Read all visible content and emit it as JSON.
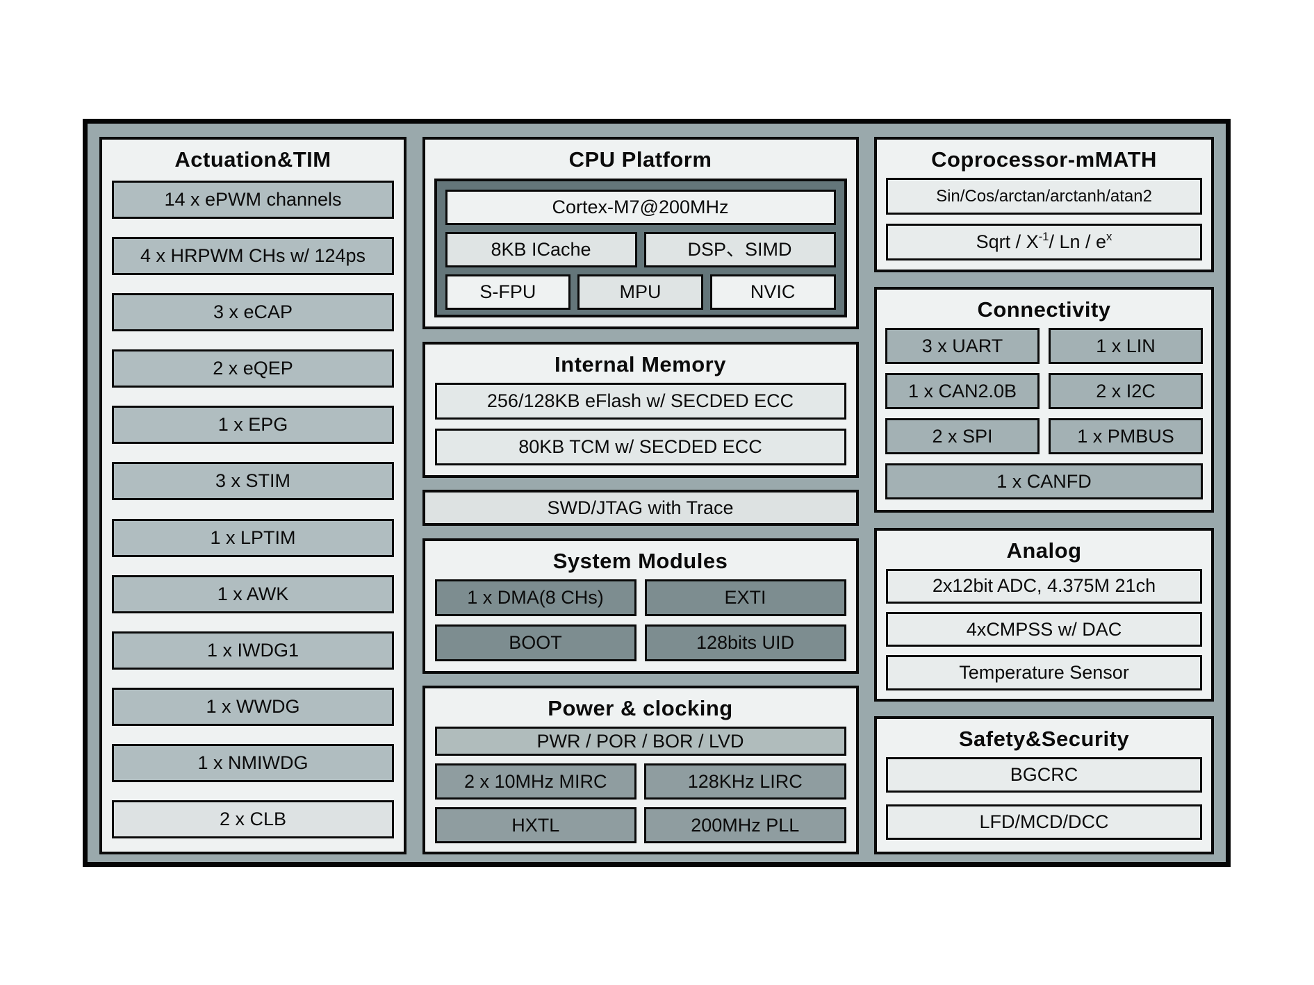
{
  "palette": {
    "page_bg": "#ffffff",
    "frame_fill": "#9aa9ac",
    "frame_border": "#050505",
    "section_bg": "#eff2f2",
    "border_black": "#0a0a0a",
    "left_item_gray": "#b0bdc0",
    "clb_light": "#dde2e3",
    "cpu_container": "#64767a",
    "cpu_cell_white": "#eff2f2",
    "cpu_cell_gray": "#dfe4e4",
    "memory_item": "#e3e8e8",
    "swd_bar": "#dde2e2",
    "system_item": "#7d8d90",
    "power_bar": "#b0bcbc",
    "power_item": "#8f9da0",
    "connectivity_item": "#a3b1b4",
    "soft_item": "#e8ecec",
    "text": "#0b0b0b"
  },
  "left": {
    "title": "Actuation&TIM",
    "items": [
      "14 x ePWM channels",
      "4 x HRPWM CHs w/ 124ps",
      "3 x eCAP",
      "2 x eQEP",
      "1 x EPG",
      "3 x STIM",
      "1 x LPTIM",
      "1 x AWK",
      "1 x IWDG1",
      "1 x WWDG",
      "1 x NMIWDG",
      "2 x CLB"
    ]
  },
  "middle": {
    "cpu": {
      "title": "CPU Platform",
      "core": "Cortex-M7@200MHz",
      "row2": [
        "8KB ICache",
        "DSP、SIMD"
      ],
      "row3": [
        "S-FPU",
        "MPU",
        "NVIC"
      ]
    },
    "memory": {
      "title": "Internal Memory",
      "items": [
        "256/128KB eFlash w/ SECDED ECC",
        "80KB TCM w/ SECDED ECC"
      ]
    },
    "debug": {
      "label": "SWD/JTAG with Trace"
    },
    "system": {
      "title": "System Modules",
      "items": [
        "1 x DMA(8 CHs)",
        "EXTI",
        "BOOT",
        "128bits UID"
      ]
    },
    "power": {
      "title": "Power & clocking",
      "bar": "PWR / POR / BOR / LVD",
      "items": [
        "2 x 10MHz MIRC",
        "128KHz LIRC",
        "HXTL",
        "200MHz PLL"
      ]
    }
  },
  "right": {
    "math": {
      "title": "Coprocessor-mMATH",
      "trig": "Sin/Cos/arctan/arctanh/atan2",
      "sqrt": {
        "pre": "Sqrt / X",
        "sup1": "-1",
        "mid": " / Ln / e",
        "sup2": "x"
      }
    },
    "connectivity": {
      "title": "Connectivity",
      "grid": [
        "3 x UART",
        "1 x LIN",
        "1 x CAN2.0B",
        "2 x I2C",
        "2 x SPI",
        "1 x PMBUS"
      ],
      "wide": "1 x CANFD"
    },
    "analog": {
      "title": "Analog",
      "items": [
        "2x12bit ADC, 4.375M 21ch",
        "4xCMPSS w/ DAC",
        "Temperature Sensor"
      ]
    },
    "safety": {
      "title": "Safety&Security",
      "items": [
        "BGCRC",
        "LFD/MCD/DCC"
      ]
    }
  }
}
